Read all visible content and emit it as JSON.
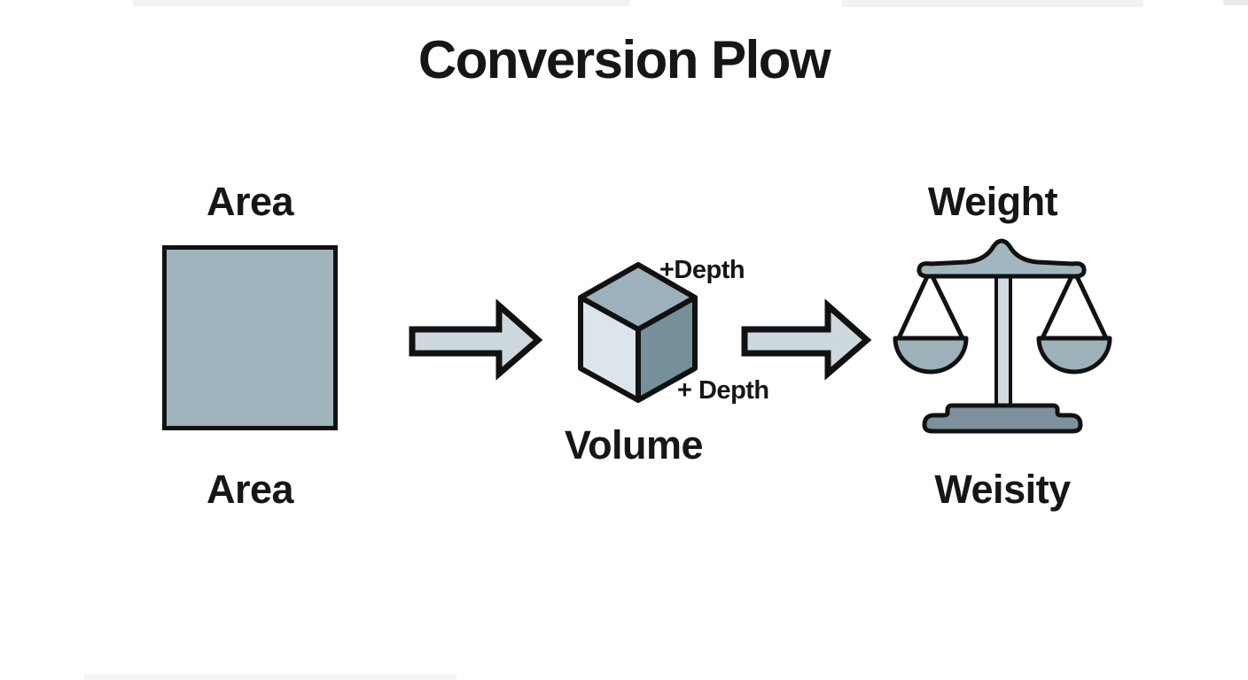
{
  "title": "Conversion Plow",
  "flow": {
    "area": {
      "title": "Area",
      "caption": "Area"
    },
    "volume": {
      "caption": "Volume",
      "depth_annotation_top": "+Depth",
      "depth_annotation_bottom": "+ Depth"
    },
    "weight": {
      "title": "Weight",
      "caption": "Weisity"
    }
  },
  "icons": {
    "step1": "square-icon",
    "connector1": "right-arrow-icon",
    "step2": "cube-icon",
    "connector2": "right-arrow-icon",
    "step3": "balance-scale-icon"
  },
  "colors": {
    "background": "#ffffff",
    "text": "#161616",
    "outline": "#111111",
    "square_fill": "#9fb3bd",
    "cube_top_fill": "#9cb1bb",
    "cube_left_fill": "#dce5e9",
    "cube_right_fill": "#75909b",
    "arrow_fill": "#cdd9df",
    "scale_beam_fill": "#a2b6bf",
    "scale_column_fill": "#cfdbe0",
    "scale_pan_fill": "#9db1bb",
    "scale_base_fill": "#7b919b"
  }
}
